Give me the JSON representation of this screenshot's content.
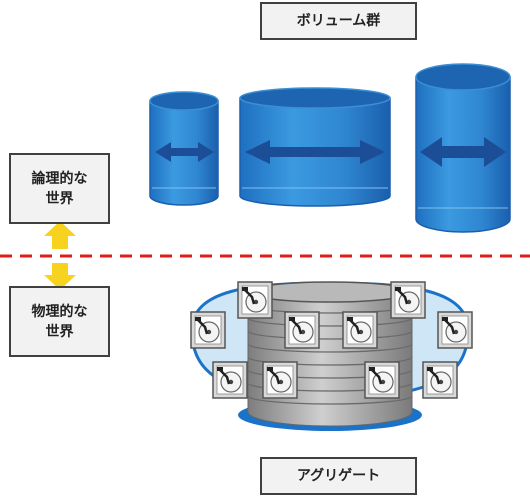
{
  "labels": {
    "volumes": "ボリューム群",
    "aggregate": "アグリゲート",
    "logical_world": "論理的な\n世界",
    "physical_world": "物理的な\n世界"
  },
  "colors": {
    "volume_fill": "#2e88d3",
    "volume_top": "#1d65b0",
    "arrow": "#1b4e96",
    "divider": "#e01b1b",
    "yellow_arrow": "#f7d21e",
    "aggregate_ring": "#1a73c8",
    "aggregate_fill": "#cfe6f7",
    "disk_stack": "#9a9a9a"
  },
  "icons": [
    "volume-cylinder-icon",
    "double-arrow-icon",
    "disk-drive-icon",
    "up-arrow-icon",
    "down-arrow-icon"
  ]
}
